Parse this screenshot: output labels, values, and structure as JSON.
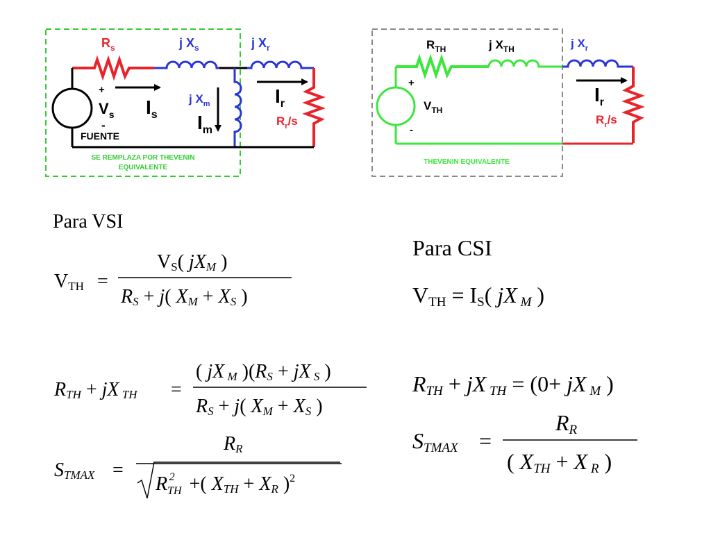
{
  "colors": {
    "red": "#e8242b",
    "blue": "#2a35d8",
    "green": "#3ce63c",
    "black": "#000000",
    "dashed_green": "#33cc33",
    "dashed_gray": "#8a8a8a"
  },
  "circuit_left": {
    "rs": {
      "main": "R",
      "sub": "s"
    },
    "jxs": {
      "main": "j X",
      "sub": "s"
    },
    "jxr": {
      "main": "j X",
      "sub": "r"
    },
    "jxm": {
      "main": "j X",
      "sub": "m"
    },
    "vs": {
      "main": "V",
      "sub": "s"
    },
    "plus": "+",
    "minus": "-",
    "is": {
      "main": "I",
      "sub": "s"
    },
    "im": {
      "main": "I",
      "sub": "m"
    },
    "ir": {
      "main": "I",
      "sub": "r"
    },
    "rr": {
      "main": "R",
      "sub": "r",
      "tail": "/s"
    },
    "fuente": "FUENTE",
    "note_line1": "SE REMPLAZA POR THEVENIN",
    "note_line2": "EQUIVALENTE"
  },
  "circuit_right": {
    "rth": {
      "main": "R",
      "sub": "TH"
    },
    "jxth": {
      "main": "j X",
      "sub": "TH"
    },
    "jxr": {
      "main": "j X",
      "sub": "r"
    },
    "vth": {
      "main": "V",
      "sub": "TH"
    },
    "plus": "+",
    "minus": "-",
    "ir": {
      "main": "I",
      "sub": "r"
    },
    "rr": {
      "main": "R",
      "sub": "r",
      "tail": "/s"
    },
    "note": "THEVENIN EQUIVALENTE"
  },
  "equations": {
    "vsi_heading": "Para  VSI",
    "csi_heading": "Para  CSI",
    "vsi_vth": {
      "lhs": "V",
      "lhs_sub": "TH",
      "eq": "=",
      "num": "V_S(jX_M)",
      "den": "R_S + j(X_M + X_S)"
    },
    "csi_vth": {
      "lhs": "V",
      "lhs_sub": "TH",
      "eq": "=",
      "rhs": "I_S(jX_M)"
    },
    "vsi_zth": {
      "lhs": "R_TH + jX_TH",
      "eq": "=",
      "num": "(jX_M)(R_S + jX_S)",
      "den": "R_S + j(X_M + X_S)"
    },
    "csi_zth": {
      "lhs": "R_TH + jX_TH",
      "eq": "=",
      "rhs": "(0+ jX_M)"
    },
    "vsi_smax": {
      "lhs": "S_TMAX",
      "eq": "=",
      "num": "R_R",
      "den": "√(R_TH² + (X_TH + X_R)²)"
    },
    "csi_smax": {
      "lhs": "S_TMAX",
      "eq": "=",
      "num": "R_R",
      "den": "(X_TH + X_R)"
    }
  }
}
